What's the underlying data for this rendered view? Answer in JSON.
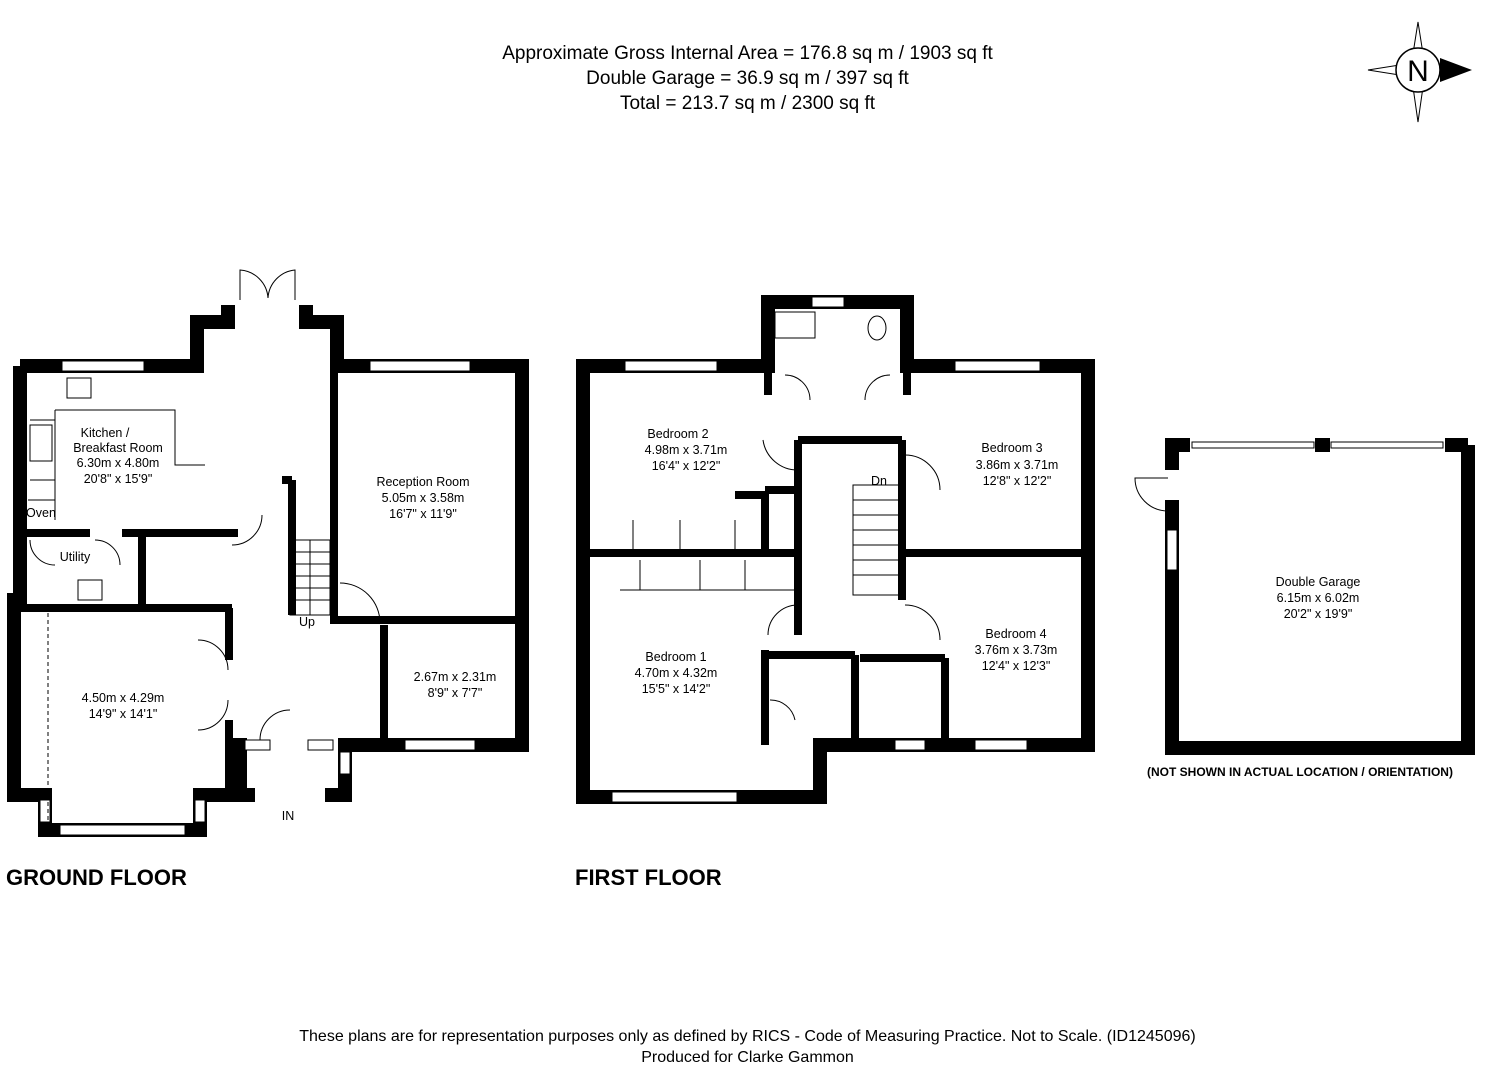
{
  "header": {
    "line1": "Approximate Gross Internal Area = 176.8 sq m / 1903 sq ft",
    "line2": "Double Garage = 36.9 sq m / 397 sq ft",
    "line3": "Total = 213.7 sq m / 2300 sq ft"
  },
  "compass": {
    "label": "N",
    "icon": "compass-north-icon"
  },
  "ground_floor": {
    "title": "GROUND FLOOR",
    "rooms": [
      {
        "name": "Kitchen /",
        "name2": "Breakfast Room",
        "metric": "6.30m x 4.80m",
        "imperial": "20'8\" x 15'9\""
      },
      {
        "name": "Reception Room",
        "metric": "5.05m x 3.58m",
        "imperial": "16'7\" x 11'9\""
      },
      {
        "metric": "4.50m x 4.29m",
        "imperial": "14'9\" x 14'1\""
      },
      {
        "metric": "2.67m x 2.31m",
        "imperial": "8'9\" x 7'7\""
      }
    ],
    "labels": {
      "utility": "Utility",
      "oven": "Oven",
      "up": "Up",
      "entrance": "IN"
    }
  },
  "first_floor": {
    "title": "FIRST FLOOR",
    "rooms": [
      {
        "name": "Bedroom 2",
        "metric": "4.98m x 3.71m",
        "imperial": "16'4\" x 12'2\""
      },
      {
        "name": "Bedroom 3",
        "metric": "3.86m x 3.71m",
        "imperial": "12'8\" x 12'2\""
      },
      {
        "name": "Bedroom 1",
        "metric": "4.70m x 4.32m",
        "imperial": "15'5\" x 14'2\""
      },
      {
        "name": "Bedroom 4",
        "metric": "3.76m x 3.73m",
        "imperial": "12'4\" x 12'3\""
      }
    ],
    "labels": {
      "down": "Dn"
    }
  },
  "garage": {
    "name": "Double Garage",
    "metric": "6.15m x 6.02m",
    "imperial": "20'2\" x 19'9\"",
    "note": "(NOT SHOWN IN ACTUAL LOCATION / ORIENTATION)"
  },
  "footer": {
    "line1": "These plans are for representation purposes only as defined by RICS - Code of Measuring Practice. Not to Scale. (ID1245096)",
    "line2": "Produced for Clarke Gammon"
  }
}
